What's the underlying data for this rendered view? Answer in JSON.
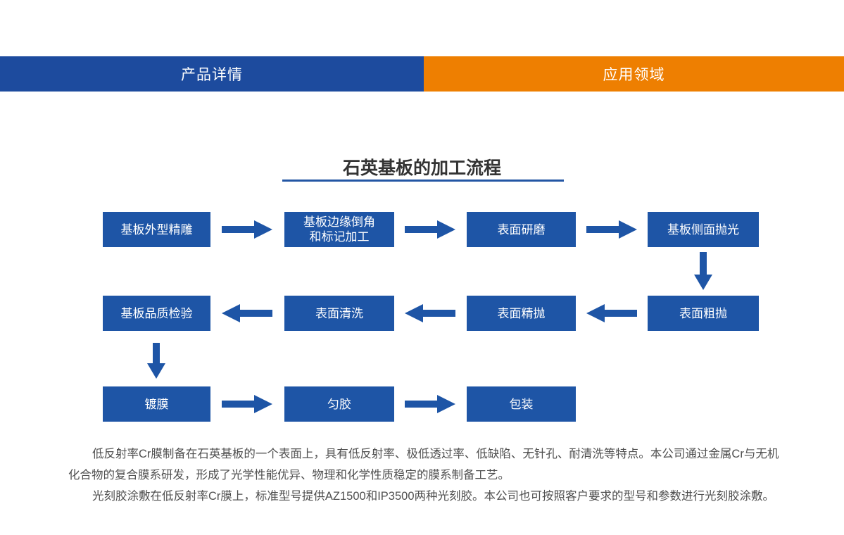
{
  "tabs": [
    {
      "label": "产品详情",
      "color": "#1d4b9e",
      "active": true
    },
    {
      "label": "应用领域",
      "color": "#ee7f01",
      "active": false
    }
  ],
  "section": {
    "title": "石英基板的加工流程"
  },
  "flow": {
    "boxes": [
      "基板外型精雕",
      "基板边缘倒角\n和标记加工",
      "表面研磨",
      "基板侧面抛光",
      "表面粗抛",
      "表面精抛",
      "表面清洗",
      "基板品质检验",
      "镀膜",
      "匀胶",
      "包装"
    ],
    "arrows": {
      "right": "→",
      "left": "←",
      "down": "↓"
    }
  },
  "content": {
    "paragraphs": [
      "低反射率Cr膜制备在石英基板的一个表面上，具有低反射率、极低透过率、低缺陷、无针孔、耐清洗等特点。本公司通过金属Cr与无机化合物的复合膜系研发，形成了光学性能优异、物理和化学性质稳定的膜系制备工艺。",
      "光刻胶涂敷在低反射率Cr膜上，标准型号提供AZ1500和IP3500两种光刻胶。本公司也可按照客户要求的型号和参数进行光刻胶涂敷。"
    ]
  },
  "colors": {
    "tab_blue": "#1d4b9e",
    "tab_orange": "#ee7f01",
    "box_blue": "#1e55a6",
    "title_text": "#333333",
    "body_text": "#4f4f4f"
  }
}
